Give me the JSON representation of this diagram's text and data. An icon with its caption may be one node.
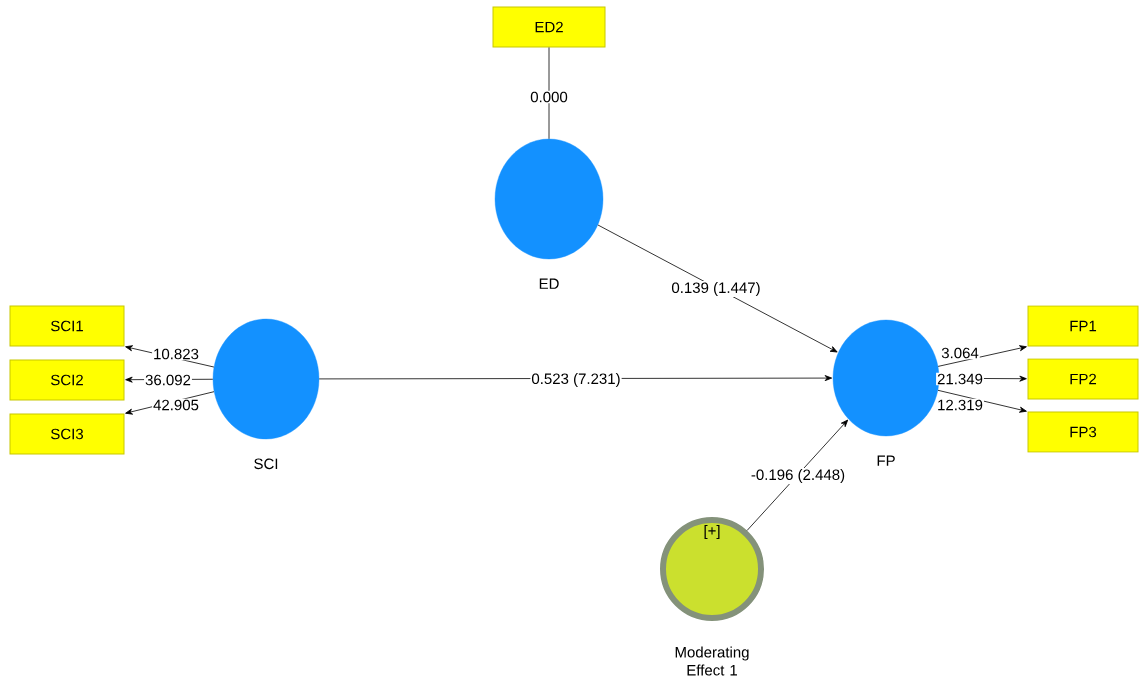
{
  "diagram": {
    "nodes": [
      {
        "text": [
          "ED2"
        ]
      },
      {
        "text": [
          "ED"
        ]
      },
      {
        "text": [
          "SCI1"
        ]
      },
      {
        "text": [
          "SCI2"
        ]
      },
      {
        "text": [
          "SCI3"
        ]
      },
      {
        "text": [
          "SCI"
        ]
      },
      {
        "text": [
          "FP"
        ]
      },
      {
        "text": [
          "FP1"
        ]
      },
      {
        "text": [
          "FP2"
        ]
      },
      {
        "text": [
          "FP3"
        ]
      },
      {
        "text": [
          "[+]",
          "Moderating Effect 1"
        ]
      }
    ],
    "edges": [
      {
        "from": 0,
        "to": 1,
        "arrow": "none",
        "label": "0.000"
      },
      {
        "from": 1,
        "to": 6,
        "arrow": "to",
        "label": "0.139 (1.447)"
      },
      {
        "from": 5,
        "to": 6,
        "arrow": "to",
        "label": "0.523 (7.231)"
      },
      {
        "from": 10,
        "to": 6,
        "arrow": "to",
        "label": "-0.196 (2.448)"
      },
      {
        "from": 5,
        "to": 2,
        "arrow": "to",
        "label": "10.823"
      },
      {
        "from": 5,
        "to": 3,
        "arrow": "to",
        "label": "36.092"
      },
      {
        "from": 5,
        "to": 4,
        "arrow": "to",
        "label": "42.905"
      },
      {
        "from": 6,
        "to": 7,
        "arrow": "to",
        "label": "3.064"
      },
      {
        "from": 6,
        "to": 8,
        "arrow": "to",
        "label": "21.349"
      },
      {
        "from": 6,
        "to": 9,
        "arrow": "to",
        "label": "12.319"
      }
    ]
  }
}
